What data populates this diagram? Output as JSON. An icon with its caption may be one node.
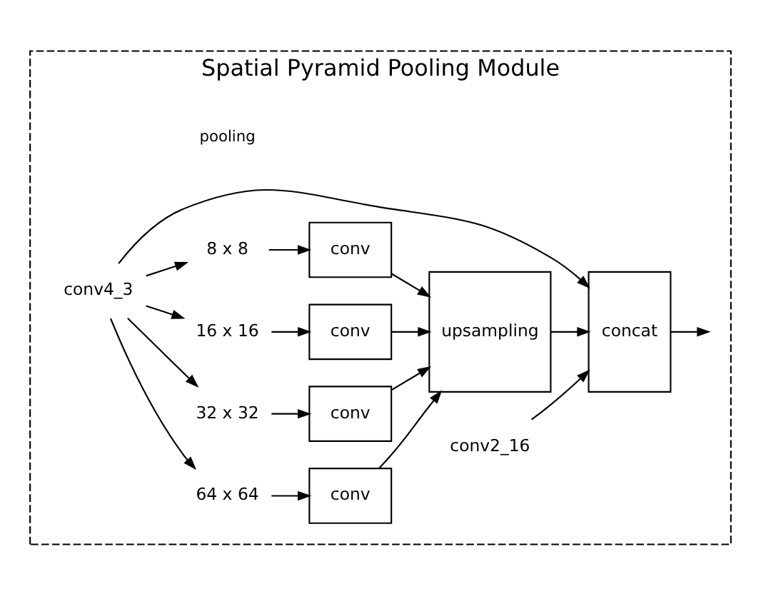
{
  "diagram": {
    "nodes": [
      {
        "text": [
          "Spatial Pyramid Pooling Module"
        ]
      },
      {
        "text": [
          "conv4_3"
        ],
        "in": 0
      },
      {
        "text": [
          "conv2_16"
        ],
        "in": 0
      },
      {
        "text": [
          "64 x 64"
        ],
        "in": 0
      },
      {
        "text": [
          "32 x 32"
        ],
        "in": 0
      },
      {
        "text": [
          "16 x 16"
        ],
        "in": 0
      },
      {
        "text": [
          "8 x 8"
        ],
        "in": 0
      },
      {
        "text": [
          "conv"
        ],
        "in": 0
      },
      {
        "text": [
          "conv"
        ],
        "in": 0
      },
      {
        "text": [
          "conv"
        ],
        "in": 0
      },
      {
        "text": [
          "conv"
        ],
        "in": 0
      },
      {
        "text": [
          "upsampling"
        ],
        "in": 0
      },
      {
        "text": [
          "concat"
        ],
        "in": 0
      }
    ],
    "edges": [
      {
        "from": 1,
        "to": 3,
        "arrow": "to"
      },
      {
        "from": 1,
        "to": 4,
        "arrow": "to"
      },
      {
        "from": 1,
        "to": 5,
        "arrow": "to"
      },
      {
        "from": 1,
        "to": 6,
        "arrow": "to"
      },
      {
        "from": 3,
        "to": 7,
        "arrow": "to"
      },
      {
        "from": 4,
        "to": 8,
        "arrow": "to"
      },
      {
        "from": 5,
        "to": 9,
        "arrow": "to"
      },
      {
        "from": 6,
        "to": 10,
        "arrow": "to"
      },
      {
        "from": 7,
        "to": 11,
        "arrow": "to"
      },
      {
        "from": 8,
        "to": 11,
        "arrow": "to"
      },
      {
        "from": 9,
        "to": 11,
        "arrow": "to"
      },
      {
        "from": 10,
        "to": 11,
        "arrow": "to"
      },
      {
        "from": 11,
        "to": 12,
        "arrow": "to"
      },
      {
        "from": 1,
        "to": 12,
        "arrow": "to"
      },
      {
        "from": 2,
        "to": 12,
        "arrow": "to"
      },
      {
        "from": 12,
        "to": null,
        "arrow": "to"
      }
    ],
    "labels": [
      "pooling"
    ]
  }
}
